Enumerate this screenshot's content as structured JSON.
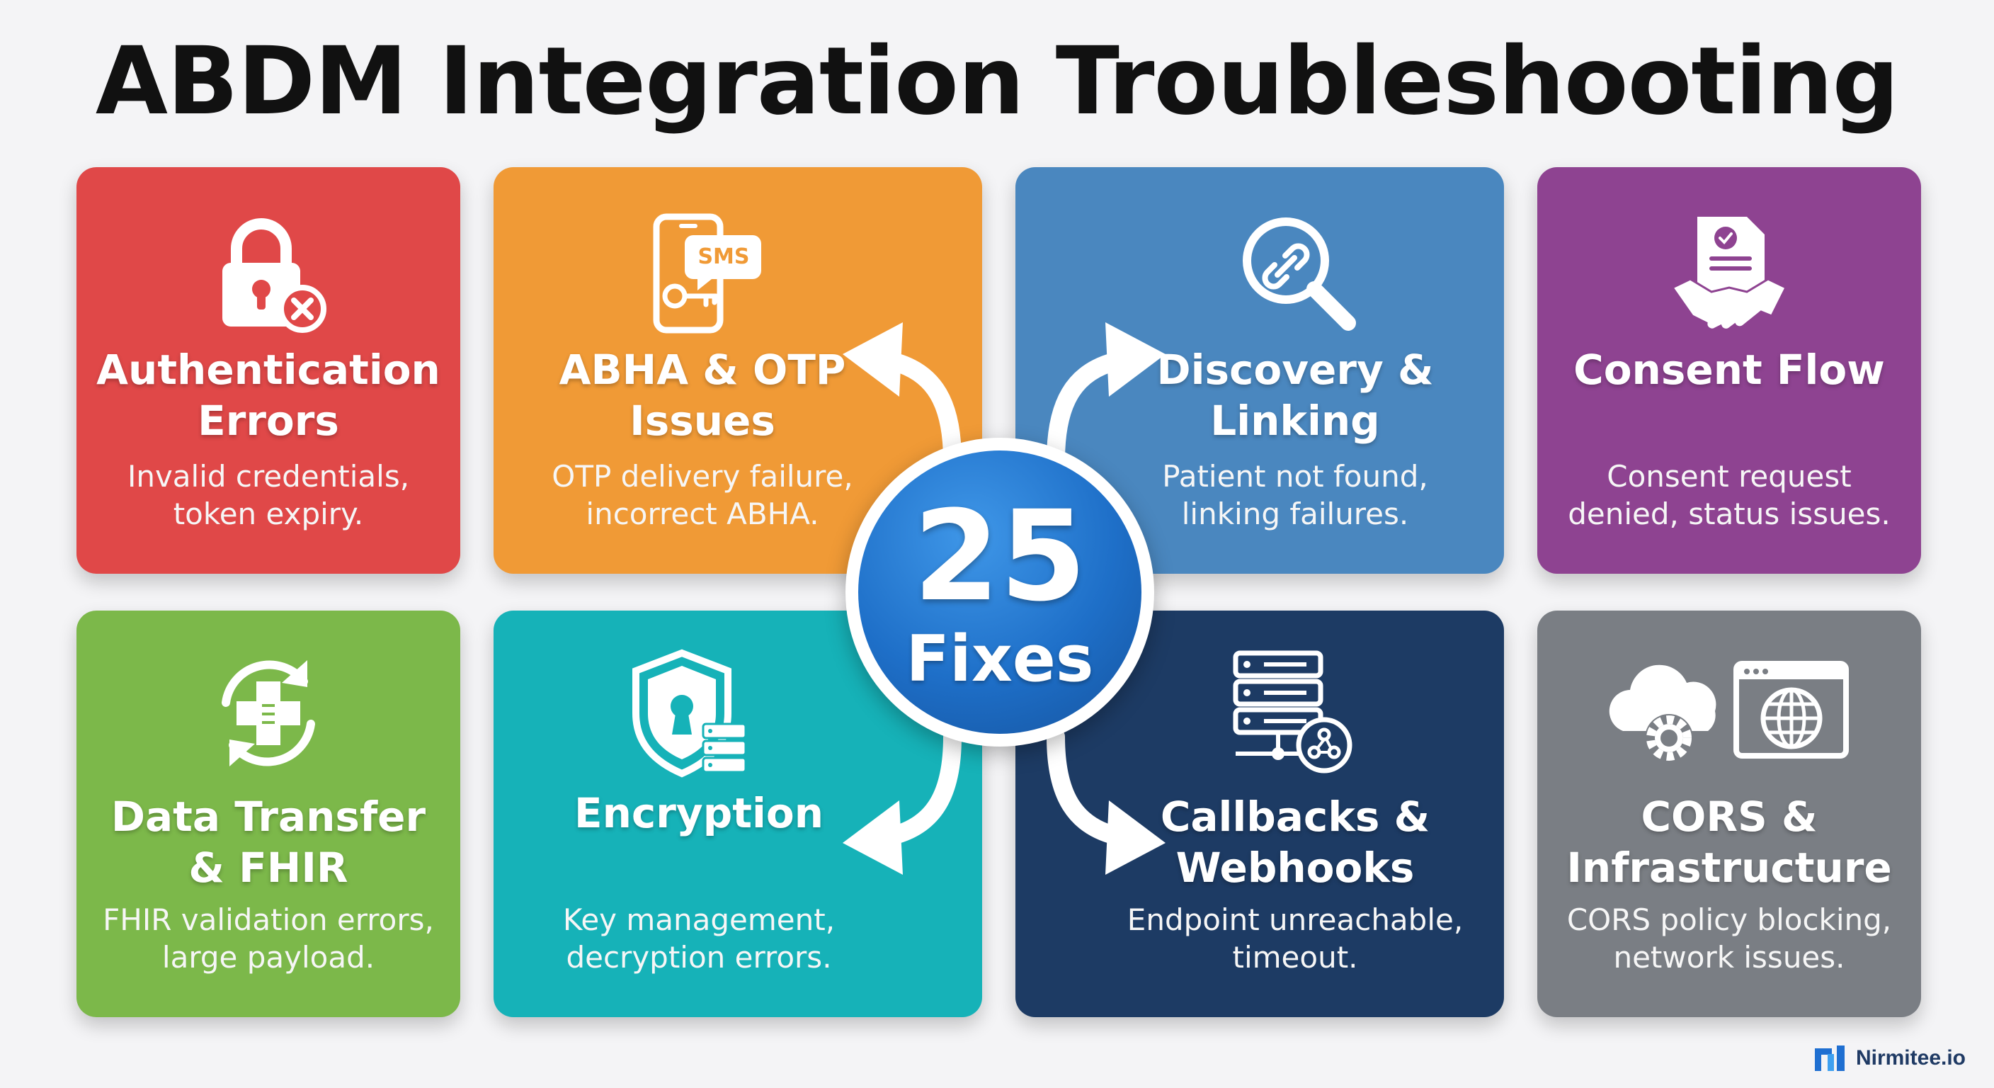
{
  "title": "ABDM Integration Troubleshooting",
  "center_badge": {
    "number": "25",
    "label": "Fixes",
    "color": "#1e6fc8"
  },
  "cards": [
    {
      "title_line1": "Authentication",
      "title_line2": "Errors",
      "desc_line1": "Invalid credentials,",
      "desc_line2": "token expiry.",
      "color": "#e04848",
      "icon": "padlock-error-icon"
    },
    {
      "title_line1": "ABHA & OTP",
      "title_line2": "Issues",
      "desc_line1": "OTP delivery failure,",
      "desc_line2": "incorrect ABHA.",
      "color": "#f09a36",
      "icon": "phone-sms-key-icon",
      "icon_text": "SMS"
    },
    {
      "title_line1": "Discovery &",
      "title_line2": "Linking",
      "desc_line1": "Patient not found,",
      "desc_line2": "linking failures.",
      "color": "#4a87bf",
      "icon": "search-link-icon"
    },
    {
      "title_line1": "Consent Flow",
      "title_line2": "",
      "desc_line1": "Consent request",
      "desc_line2": "denied, status issues.",
      "color": "#8e4391",
      "icon": "document-handshake-icon"
    },
    {
      "title_line1": "Data Transfer",
      "title_line2": "& FHIR",
      "desc_line1": "FHIR validation errors,",
      "desc_line2": "large payload.",
      "color": "#7cb84a",
      "icon": "medical-cross-sync-icon"
    },
    {
      "title_line1": "Encryption",
      "title_line2": "",
      "desc_line1": "Key management,",
      "desc_line2": "decryption errors.",
      "color": "#16b2b8",
      "icon": "shield-keyhole-icon"
    },
    {
      "title_line1": "Callbacks &",
      "title_line2": "Webhooks",
      "desc_line1": "Endpoint unreachable,",
      "desc_line2": "timeout.",
      "color": "#1d3b64",
      "icon": "server-webhook-icon"
    },
    {
      "title_line1": "CORS &",
      "title_line2": "Infrastructure",
      "desc_line1": "CORS policy blocking,",
      "desc_line2": "network issues.",
      "color": "#7a7e84",
      "icon": "cloud-gear-globe-icon"
    }
  ],
  "brand": {
    "name": "Nirmitee.io",
    "color": "#1f6fd1"
  }
}
